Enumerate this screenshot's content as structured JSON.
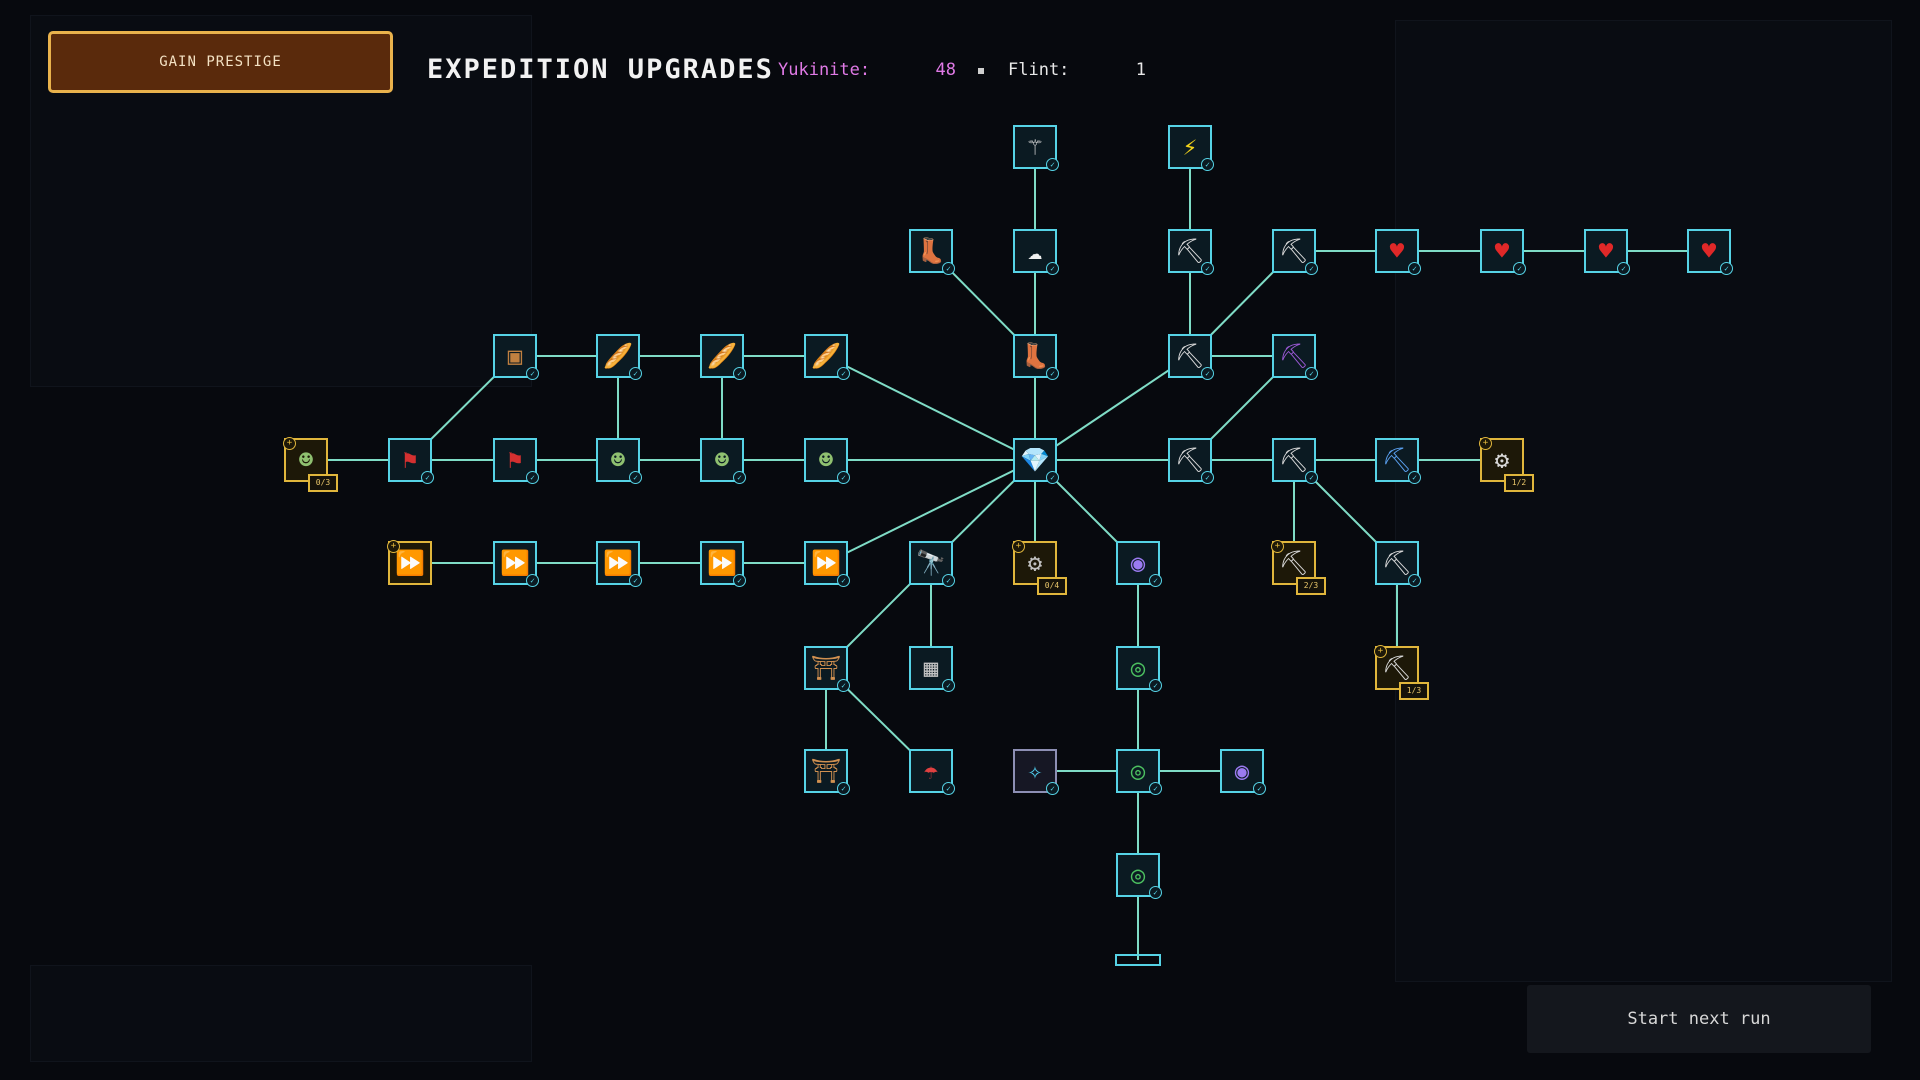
{
  "header": {
    "prestige_label": "GAIN PRESTIGE",
    "title": "EXPEDITION UPGRADES",
    "currencies": [
      {
        "name": "Yukinite:",
        "value": "48",
        "color": "#e07ae6"
      },
      {
        "name": "Flint:",
        "value": "1",
        "color": "#e8e8e8"
      }
    ]
  },
  "footer": {
    "start_label": "Start next run"
  },
  "colors": {
    "owned_border": "#56d3e6",
    "available_border": "#e0b63c",
    "connector": "#7fdcc6"
  },
  "nodes": [
    {
      "id": "root",
      "icon": "purple-crystal-icon",
      "glyph": "💎",
      "state": "owned"
    },
    {
      "id": "move1",
      "icon": "boot-icon",
      "glyph": "👢",
      "state": "owned"
    },
    {
      "id": "bag",
      "icon": "pillow-icon",
      "glyph": "☁",
      "state": "owned"
    },
    {
      "id": "staff",
      "icon": "staff-arrows-icon",
      "glyph": "⚚",
      "state": "owned"
    },
    {
      "id": "boot2",
      "icon": "boot-icon",
      "glyph": "👢",
      "state": "owned"
    },
    {
      "id": "pickA",
      "icon": "pickaxe-icon",
      "glyph": "⛏",
      "state": "owned"
    },
    {
      "id": "pickB",
      "icon": "pickaxe-icon",
      "glyph": "⛏",
      "state": "owned"
    },
    {
      "id": "bolt",
      "icon": "lightning-icon",
      "glyph": "⚡",
      "state": "owned"
    },
    {
      "id": "pickHook",
      "icon": "hook-pickaxe-icon",
      "glyph": "⛏",
      "state": "owned"
    },
    {
      "id": "heart1",
      "icon": "heart-icon",
      "glyph": "♥",
      "state": "owned"
    },
    {
      "id": "heart2",
      "icon": "heart-ii-icon",
      "glyph": "♥",
      "state": "owned"
    },
    {
      "id": "heart3",
      "icon": "heart-iii-icon",
      "glyph": "♥",
      "state": "owned"
    },
    {
      "id": "heart4",
      "icon": "heart-icon",
      "glyph": "♥",
      "state": "owned"
    },
    {
      "id": "pickPurple",
      "icon": "purple-pickaxe-icon",
      "glyph": "⛏",
      "state": "owned"
    },
    {
      "id": "pickC",
      "icon": "pickaxe-icon",
      "glyph": "⛏",
      "state": "owned"
    },
    {
      "id": "pickD",
      "icon": "pickaxe-icon",
      "glyph": "⛏",
      "state": "owned"
    },
    {
      "id": "pickBlue",
      "icon": "blue-pickaxe-icon",
      "glyph": "⛏",
      "state": "owned"
    },
    {
      "id": "drill",
      "icon": "drill-icon",
      "glyph": "⚙",
      "state": "available",
      "badge": "1/2"
    },
    {
      "id": "pickFire",
      "icon": "fire-pickaxe-icon",
      "glyph": "⛏",
      "state": "available",
      "badge": "2/3"
    },
    {
      "id": "pickSpark",
      "icon": "spark-pickaxe-icon",
      "glyph": "⛏",
      "state": "owned"
    },
    {
      "id": "pickSpark2",
      "icon": "spark-pickaxe-icon",
      "glyph": "⛏",
      "state": "available",
      "badge": "1/3"
    },
    {
      "id": "gem",
      "icon": "gem-orb-icon",
      "glyph": "◉",
      "state": "owned"
    },
    {
      "id": "radar1",
      "icon": "radar-icon",
      "glyph": "◎",
      "state": "owned"
    },
    {
      "id": "radar2",
      "icon": "radar-icon",
      "glyph": "◎",
      "state": "owned"
    },
    {
      "id": "radar3",
      "icon": "radar-icon",
      "glyph": "◎",
      "state": "owned"
    },
    {
      "id": "gem2",
      "icon": "gem-orb-icon",
      "glyph": "◉",
      "state": "owned"
    },
    {
      "id": "spark",
      "icon": "blue-spark-icon",
      "glyph": "✧",
      "state": "dim"
    },
    {
      "id": "scope",
      "icon": "telescope-icon",
      "glyph": "🔭",
      "state": "owned"
    },
    {
      "id": "machine",
      "icon": "machine-icon",
      "glyph": "⚙",
      "state": "available",
      "badge": "0/4"
    },
    {
      "id": "pump1",
      "icon": "pump-icon",
      "glyph": "⛩",
      "state": "owned"
    },
    {
      "id": "pump2",
      "icon": "pump-icon",
      "glyph": "⛩",
      "state": "owned"
    },
    {
      "id": "map",
      "icon": "map-icon",
      "glyph": "▦",
      "state": "owned"
    },
    {
      "id": "parachute",
      "icon": "parachute-icon",
      "glyph": "☂",
      "state": "owned"
    },
    {
      "id": "bread1",
      "icon": "bread-icon",
      "glyph": "🥖",
      "state": "owned"
    },
    {
      "id": "bread2",
      "icon": "bread-icon",
      "glyph": "🥖",
      "state": "owned"
    },
    {
      "id": "bread3",
      "icon": "bread-icon",
      "glyph": "🥖",
      "state": "owned"
    },
    {
      "id": "chest",
      "icon": "chest-icon",
      "glyph": "▣",
      "state": "owned"
    },
    {
      "id": "goblin1",
      "icon": "goblin-icon",
      "glyph": "☻",
      "state": "owned"
    },
    {
      "id": "goblin2",
      "icon": "goblin-icon",
      "glyph": "☻",
      "state": "owned"
    },
    {
      "id": "goblin3",
      "icon": "goblin-icon",
      "glyph": "☻",
      "state": "owned"
    },
    {
      "id": "banner1",
      "icon": "red-banner-icon",
      "glyph": "⚑",
      "state": "owned"
    },
    {
      "id": "banner2",
      "icon": "red-banner-icon",
      "glyph": "⚑",
      "state": "owned"
    },
    {
      "id": "goblinG",
      "icon": "goblin-icon",
      "glyph": "☻",
      "state": "available",
      "badge": "0/3"
    },
    {
      "id": "speed1",
      "icon": "speed-potion-icon",
      "glyph": "⏩",
      "state": "owned"
    },
    {
      "id": "speed2",
      "icon": "speed-potion-icon",
      "glyph": "⏩",
      "state": "owned"
    },
    {
      "id": "speed3",
      "icon": "speed-potion-icon",
      "glyph": "⏩",
      "state": "owned"
    },
    {
      "id": "speed4",
      "icon": "speed-potion-icon",
      "glyph": "⏩",
      "state": "owned"
    },
    {
      "id": "speedG",
      "icon": "speed-potion-icon",
      "glyph": "⏩",
      "state": "available"
    }
  ]
}
